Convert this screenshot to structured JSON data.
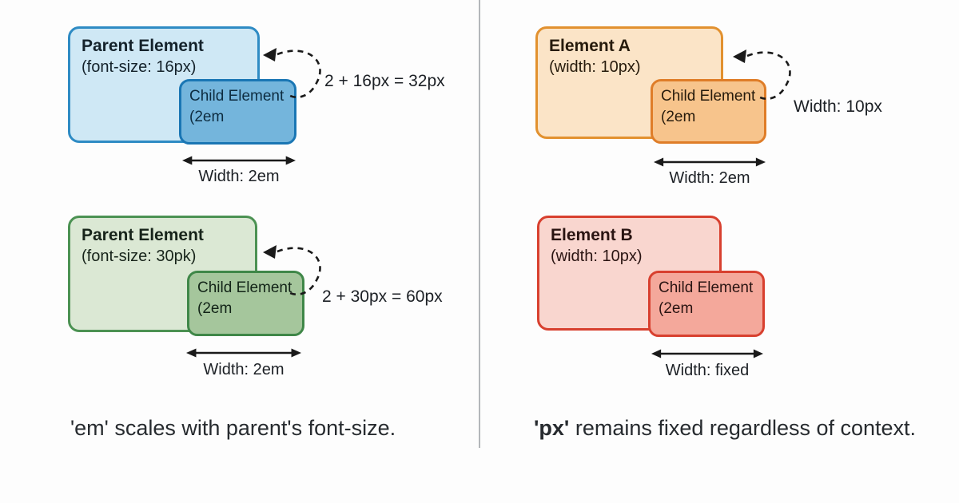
{
  "diagram": {
    "left": {
      "top": {
        "parent_title": "Parent Element",
        "parent_subtitle": "(font-size: 16px)",
        "child_title": "Child Element",
        "child_subtitle": "(2em",
        "annotation": "2 + 16px = 32px",
        "width_label": "Width: 2em"
      },
      "bottom": {
        "parent_title": "Parent Element",
        "parent_subtitle": "(font-size: 30pk)",
        "child_title": "Child Element",
        "child_subtitle": "(2em",
        "annotation": "2 + 30px = 60px",
        "width_label": "Width: 2em"
      },
      "caption_term": "'em'",
      "caption_text": " scales with parent's font-size."
    },
    "right": {
      "top": {
        "parent_title": "Element A",
        "parent_subtitle": "(width: 10px)",
        "child_title": "Child Element",
        "child_subtitle": "(2em",
        "annotation": "Width: 10px",
        "width_label": "Width: 2em"
      },
      "bottom": {
        "parent_title": "Element B",
        "parent_subtitle": "(width: 10px)",
        "child_title": "Child Element",
        "child_subtitle": "(2em",
        "width_label": "Width: fixed"
      },
      "caption_term": "'px'",
      "caption_text": " remains fixed regardless of context."
    },
    "colors": {
      "blue_parent_fill": "#cfe8f5",
      "blue_parent_border": "#2e8bc4",
      "blue_child_fill": "#74b5dc",
      "blue_child_border": "#1a76b4",
      "green_parent_fill": "#dbe8d4",
      "green_parent_border": "#4c9253",
      "green_child_fill": "#a5c69c",
      "green_child_border": "#3f8748",
      "orange_parent_fill": "#fbe4c7",
      "orange_parent_border": "#e2912f",
      "orange_child_fill": "#f7c48c",
      "orange_child_border": "#df7d28",
      "red_parent_fill": "#f9d6cf",
      "red_parent_border": "#d8402f",
      "red_child_fill": "#f4a89b",
      "red_child_border": "#d8402f",
      "arrow_stroke": "#1a1a1a",
      "divider": "#b3b7ba"
    }
  }
}
